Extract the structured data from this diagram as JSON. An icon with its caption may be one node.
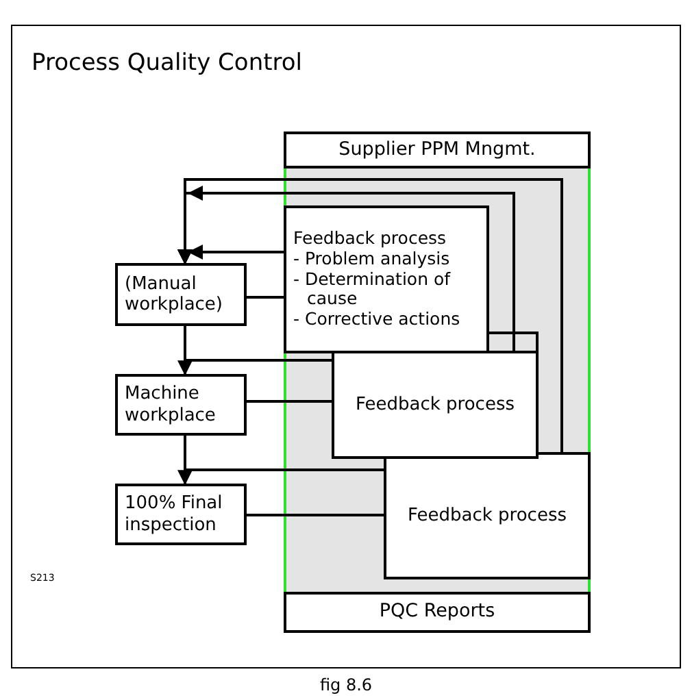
{
  "diagram": {
    "title": "Process Quality Control",
    "caption": "fig 8.6",
    "nodes": [
      {
        "text": [
          "Supplier PPM Mngmt."
        ]
      },
      {
        "text": [
          "(Manual workplace)"
        ]
      },
      {
        "text": [
          "Feedback process",
          "- Problem analysis",
          "- Determination of cause",
          "- Corrective actions"
        ]
      },
      {
        "text": [
          "Machine workplace"
        ]
      },
      {
        "text": [
          "Feedback process"
        ]
      },
      {
        "text": [
          "100% Final inspection"
        ]
      },
      {
        "text": [
          "Feedback process"
        ]
      },
      {
        "text": [
          "PQC Reports"
        ]
      }
    ],
    "edges": [
      {
        "from": 6,
        "to": 1,
        "arrow": "to"
      },
      {
        "from": 4,
        "to": 1,
        "arrow": "to"
      },
      {
        "from": 2,
        "to": 1,
        "arrow": "to"
      },
      {
        "from": 1,
        "to": 2,
        "arrow": "none"
      },
      {
        "from": 2,
        "to": 4,
        "arrow": "none"
      },
      {
        "from": 1,
        "to": 3,
        "arrow": "none"
      },
      {
        "from": 4,
        "to": 3,
        "arrow": "to"
      },
      {
        "from": 3,
        "to": 4,
        "arrow": "none"
      },
      {
        "from": 3,
        "to": 5,
        "arrow": "none"
      },
      {
        "from": 6,
        "to": 5,
        "arrow": "to"
      },
      {
        "from": 5,
        "to": 6,
        "arrow": "none"
      }
    ],
    "labels": [
      "S213"
    ]
  }
}
